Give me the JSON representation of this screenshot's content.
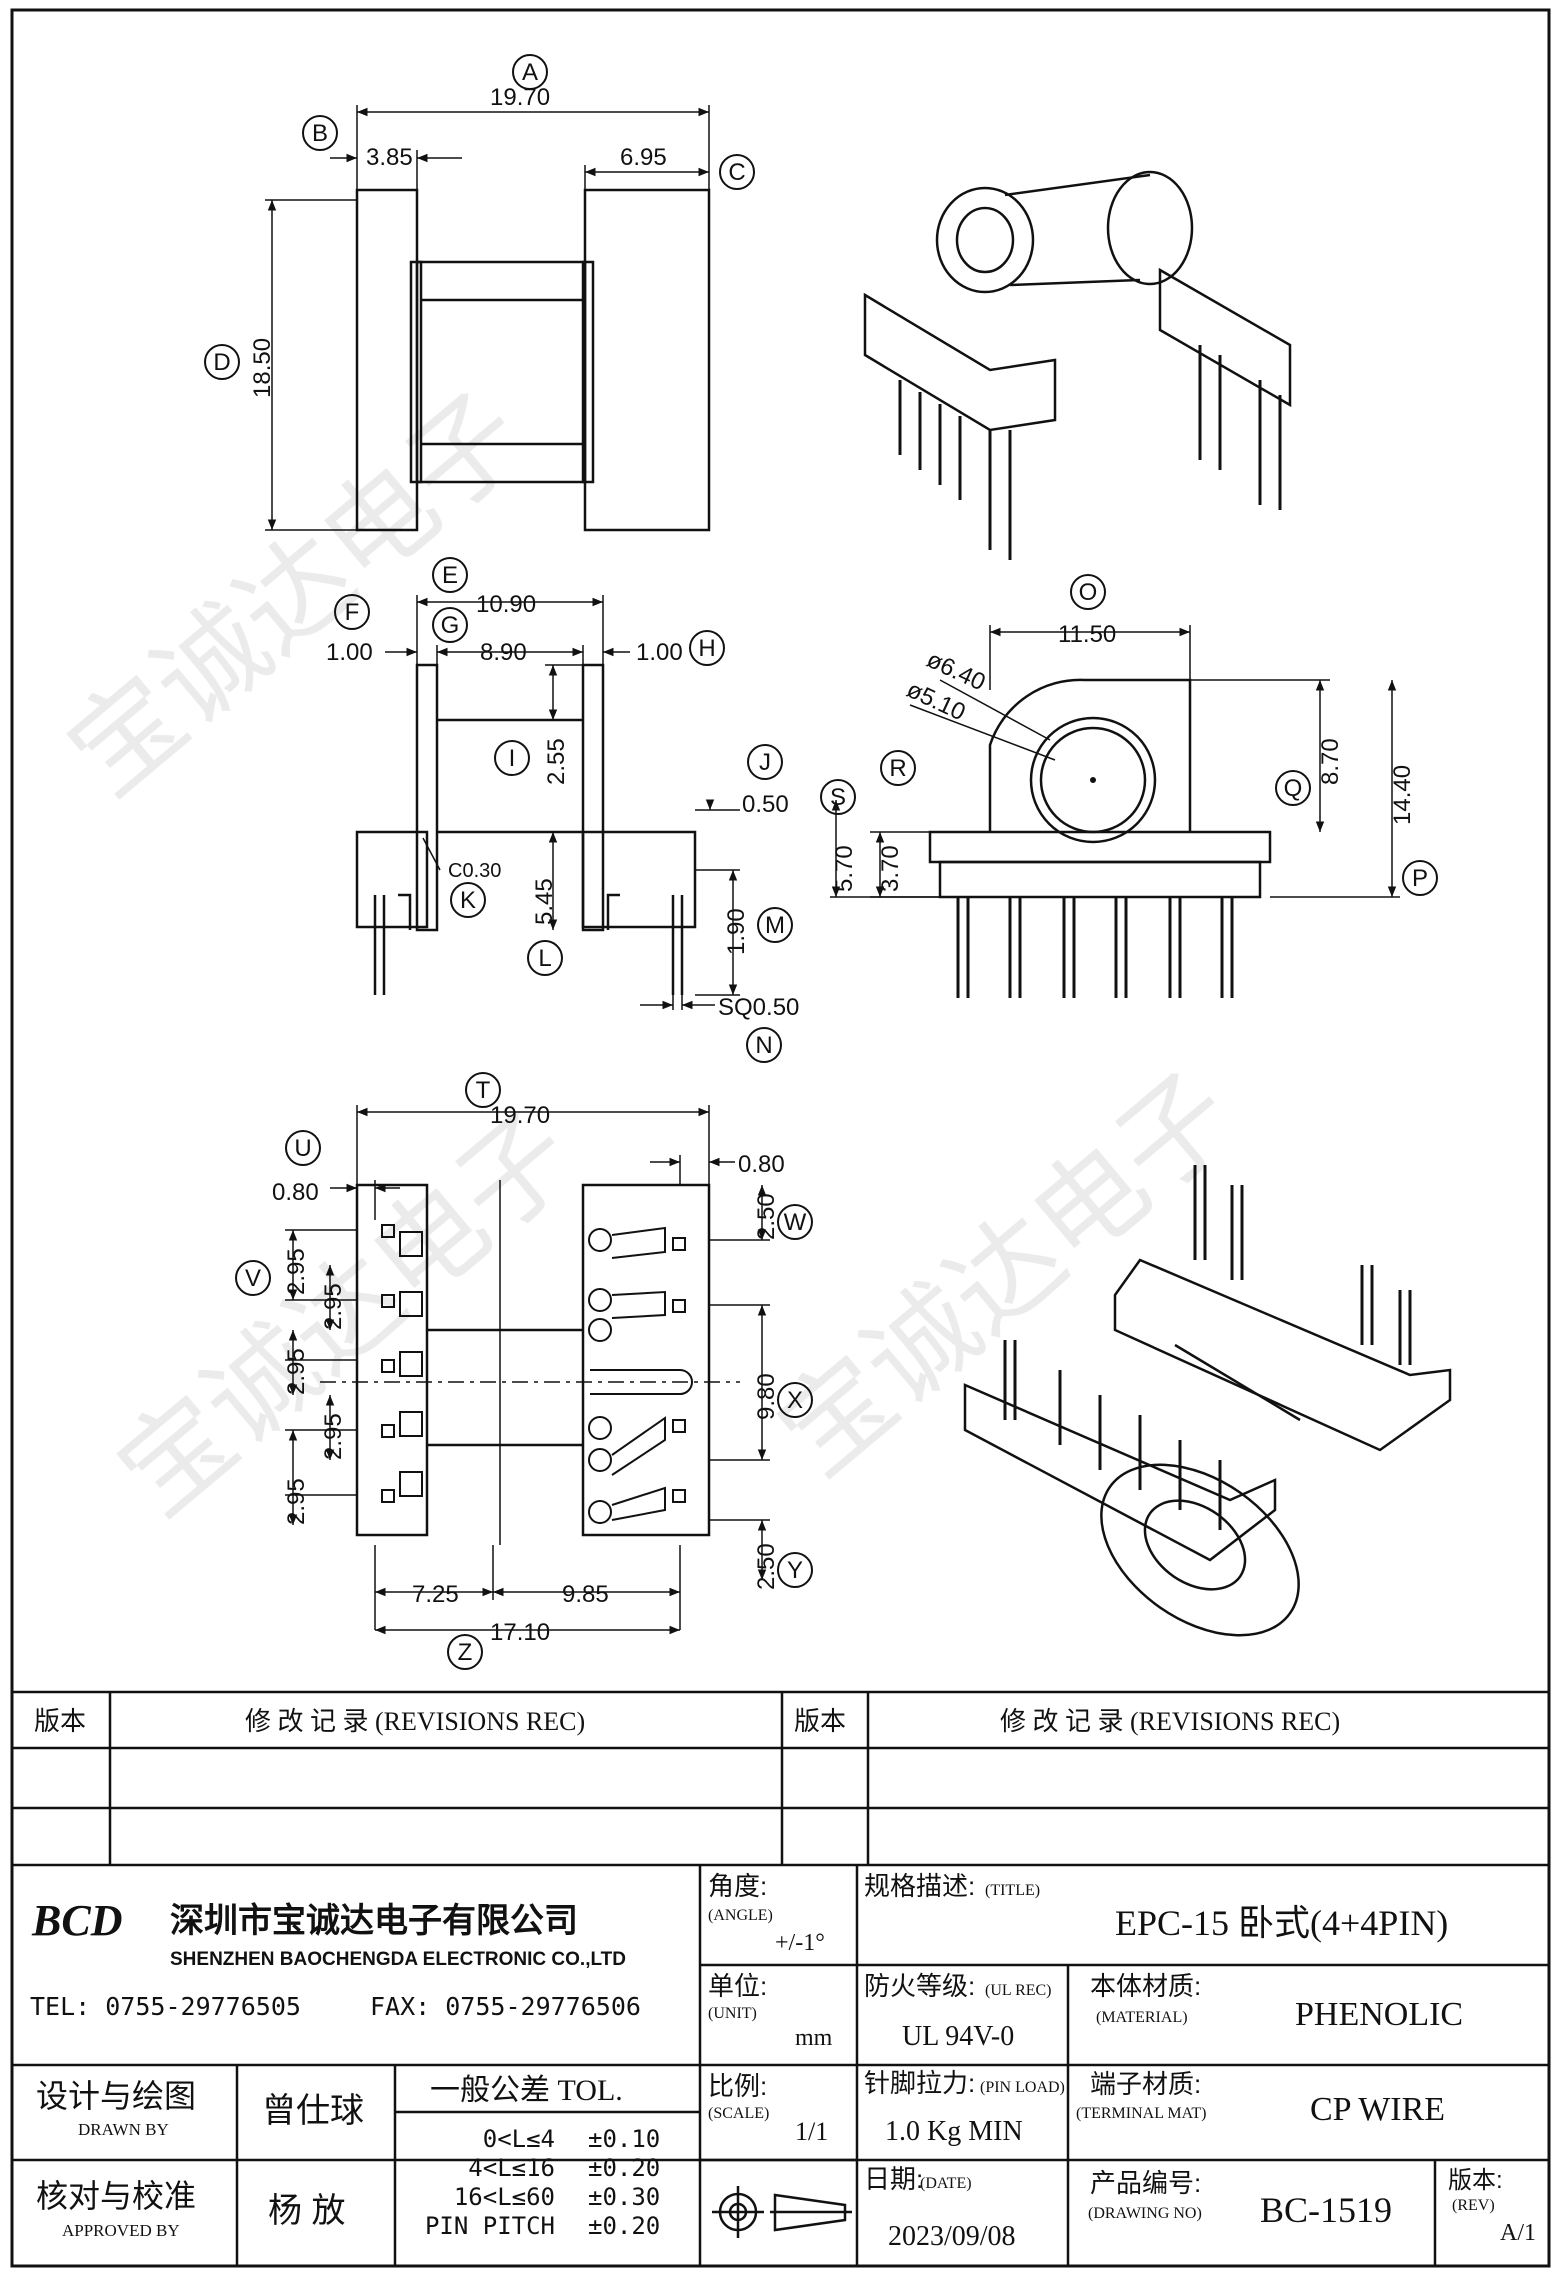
{
  "dimensions": {
    "top_view": {
      "A_label": "A",
      "A": "19.70",
      "B_label": "B",
      "B": "3.85",
      "C_label": "C",
      "C": "6.95",
      "D_label": "D",
      "D": "18.50"
    },
    "front_view": {
      "E_label": "E",
      "E": "10.90",
      "F_label": "F",
      "F": "1.00",
      "G_label": "G",
      "G": "8.90",
      "H_label": "H",
      "H": "1.00",
      "I_label": "I",
      "I": "2.55",
      "J_label": "J",
      "J": "0.50",
      "K_label": "K",
      "K": "C0.30",
      "L_label": "L",
      "L": "5.45",
      "M_label": "M",
      "M": "1.90",
      "N_label": "N",
      "N": "SQ0.50"
    },
    "side_view": {
      "O_label": "O",
      "O": "11.50",
      "dia1": "ø6.40",
      "dia2": "ø5.10",
      "Q_label": "Q",
      "Q": "8.70",
      "P_label": "P",
      "P": "14.40",
      "R_label": "R",
      "R": "3.70",
      "S_label": "S",
      "S": "5.70"
    },
    "bottom_view": {
      "T_label": "T",
      "T": "19.70",
      "U_label": "U",
      "U": "0.80",
      "U2": "0.80",
      "V_label": "V",
      "V1": "2.95",
      "V2": "2.95",
      "V3": "2.95",
      "V4": "2.95",
      "V5": "2.95",
      "W_label": "W",
      "W": "2.50",
      "X_label": "X",
      "X": "9.80",
      "Y_label": "Y",
      "Y": "2.50",
      "Z_label": "Z",
      "Z": "17.10",
      "Z1": "7.25",
      "Z2": "9.85"
    }
  },
  "revisions": {
    "left_rev_header": "版本",
    "left_rec_header": "修  改  记  录  (REVISIONS REC)",
    "right_rev_header": "版本",
    "right_rec_header": "修  改  记  录  (REVISIONS REC)"
  },
  "company": {
    "logo_text": "BCD",
    "name_cn": "深圳市宝诚达电子有限公司",
    "name_en": "SHENZHEN BAOCHENGDA ELECTRONIC CO.,LTD",
    "tel": "TEL: 0755-29776505",
    "fax": "FAX: 0755-29776506"
  },
  "title_block": {
    "angle_label": "角度:",
    "angle_label_en": "(ANGLE)",
    "angle_value": "+/-1°",
    "title_label": "规格描述:",
    "title_label_en": "(TITLE)",
    "title_value": "EPC-15 卧式(4+4PIN)",
    "unit_label": "单位:",
    "unit_label_en": "(UNIT)",
    "unit_value": "mm",
    "fire_label": "防火等级:",
    "fire_label_en": "(UL REC)",
    "fire_value": "UL 94V-0",
    "material_label": "本体材质:",
    "material_label_en": "(MATERIAL)",
    "material_value": "PHENOLIC",
    "designer_label": "设计与绘图",
    "designer_label_en": "DRAWN BY",
    "designer_value": "曾仕球",
    "tol_header": "一般公差 TOL.",
    "tol_rows": [
      {
        "range": "0<L≤4",
        "value": "±0.10"
      },
      {
        "range": "4<L≤16",
        "value": "±0.20"
      },
      {
        "range": "16<L≤60",
        "value": "±0.30"
      },
      {
        "range": "PIN PITCH",
        "value": "±0.20"
      }
    ],
    "scale_label": "比例:",
    "scale_label_en": "(SCALE)",
    "scale_value": "1/1",
    "pinload_label": "针脚拉力:",
    "pinload_label_en": "(PIN LOAD)",
    "pinload_value": "1.0 Kg MIN",
    "terminal_label": "端子材质:",
    "terminal_label_en": "(TERMINAL MAT)",
    "terminal_value": "CP WIRE",
    "approver_label": "核对与校准",
    "approver_label_en": "APPROVED BY",
    "approver_value": "杨  放",
    "date_label": "日期:",
    "date_label_en": "(DATE)",
    "date_value": "2023/09/08",
    "drawing_label": "产品编号:",
    "drawing_label_en": "(DRAWING NO)",
    "drawing_value": "BC-1519",
    "rev_label": "版本:",
    "rev_label_en": "(REV)",
    "rev_value": "A/1"
  },
  "watermark": "宝诚达电子"
}
